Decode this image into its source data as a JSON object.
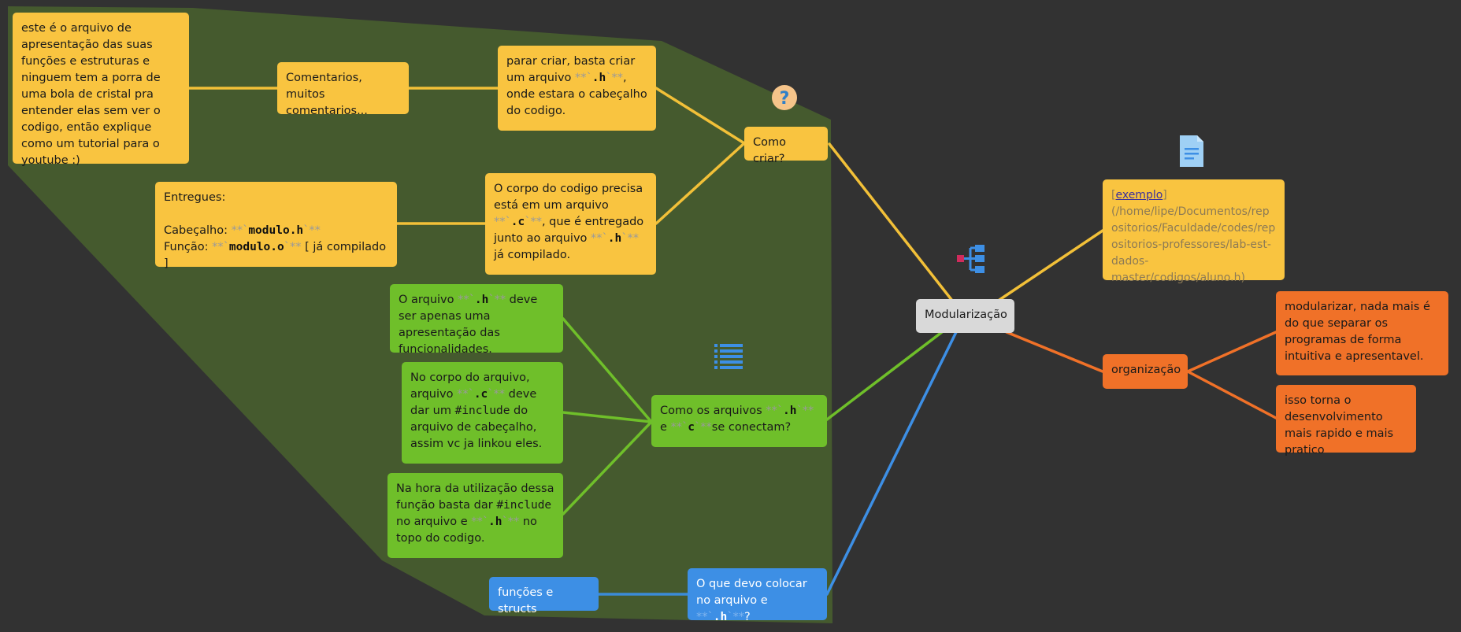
{
  "diagram": {
    "root": "Modularização",
    "branch_como_criar": {
      "label": "Como criar?",
      "n_criar": {
        "t1": "parar criar, basta criar um arquivo ",
        "m1": "**`",
        "k1": ".h",
        "m2": "`**",
        "t2": ", onde estara o cabeçalho do codigo."
      },
      "n_comentarios": "Comentarios, muitos comentarios...",
      "n_apresentacao": "este é o arquivo de apresentação das suas funções e estruturas e ninguem tem a porra de uma bola de cristal pra entender elas sem ver o codigo, então explique como um tutorial para o youtube :)",
      "n_corpo": {
        "t1": "O corpo do codigo precisa está em um arquivo ",
        "m1": "**`",
        "k1": ".c",
        "m2": "`**",
        "t2": ", que é entregado junto ao arquivo ",
        "m3": "**`",
        "k2": ".h",
        "m4": "`**",
        "t3": " já compilado."
      },
      "n_entregues": {
        "line1": "Entregues:",
        "l2a": "Cabeçalho: ",
        "l2m1": "**`",
        "l2k": "modulo.h",
        "l2m2": "`**",
        "l3a": "Função: ",
        "l3m1": "**`",
        "l3k": "modulo.o",
        "l3m2": "`**",
        "l3b": " [ já compilado ]"
      }
    },
    "branch_conectam": {
      "l1": "Como os arquivos ",
      "m1": "**`",
      "k1": ".h",
      "m2": "`**",
      "l2": " e ",
      "m3": "**`",
      "k2": "c",
      "m4": "`**",
      "l3": "se conectam?",
      "n_apresentacao_h": {
        "t1": "O arquivo ",
        "m1": "**`",
        "k1": ".h",
        "m2": "`**",
        "t2": " deve ser apenas uma apresentação das funcionalidades."
      },
      "n_include_c": {
        "t1": "No corpo do arquivo, arquivo ",
        "m1": "**`",
        "k1": ".c",
        "m2": "`**",
        "t2": " deve dar um ",
        "code": "#include",
        "t3": " do arquivo de cabeçalho, assim vc ja linkou eles."
      },
      "n_utilizacao": {
        "t1": "Na hora da utilização dessa função basta dar ",
        "code": "#include",
        "t2": " no arquivo e ",
        "m1": "**`",
        "k1": ".h",
        "m2": "`**",
        "t3": " no topo do codigo."
      }
    },
    "branch_colocar": {
      "t1": "O que devo colocar no arquivo e ",
      "m1": "**`",
      "k1": ".h",
      "m2": "`**",
      "t2": "?",
      "n_funcoes": "funções e structs"
    },
    "branch_exemplo": {
      "open": "[",
      "link": "exemplo",
      "path": "](/home/lipe/Documentos/repositorios/Faculdade/codes/repositorios-professores/lab-est-dados-master/codigos/aluno.h)"
    },
    "branch_organizacao": {
      "label": "organização",
      "n_modularizar": "modularizar, nada mais é do que separar os programas de forma intuitiva e apresentavel.",
      "n_isso": "isso torna o desenvolvimento mais rapido e mais pratico"
    },
    "icons": [
      "question-icon",
      "document-icon",
      "structure-icon",
      "list-icon"
    ],
    "colors": {
      "background": "#323232",
      "boundary": "#455a2e",
      "yellow": "#f9c440",
      "green": "#6fbf2a",
      "blue": "#3d8fe5",
      "orange": "#f07128",
      "root": "#d9d9d9"
    }
  }
}
